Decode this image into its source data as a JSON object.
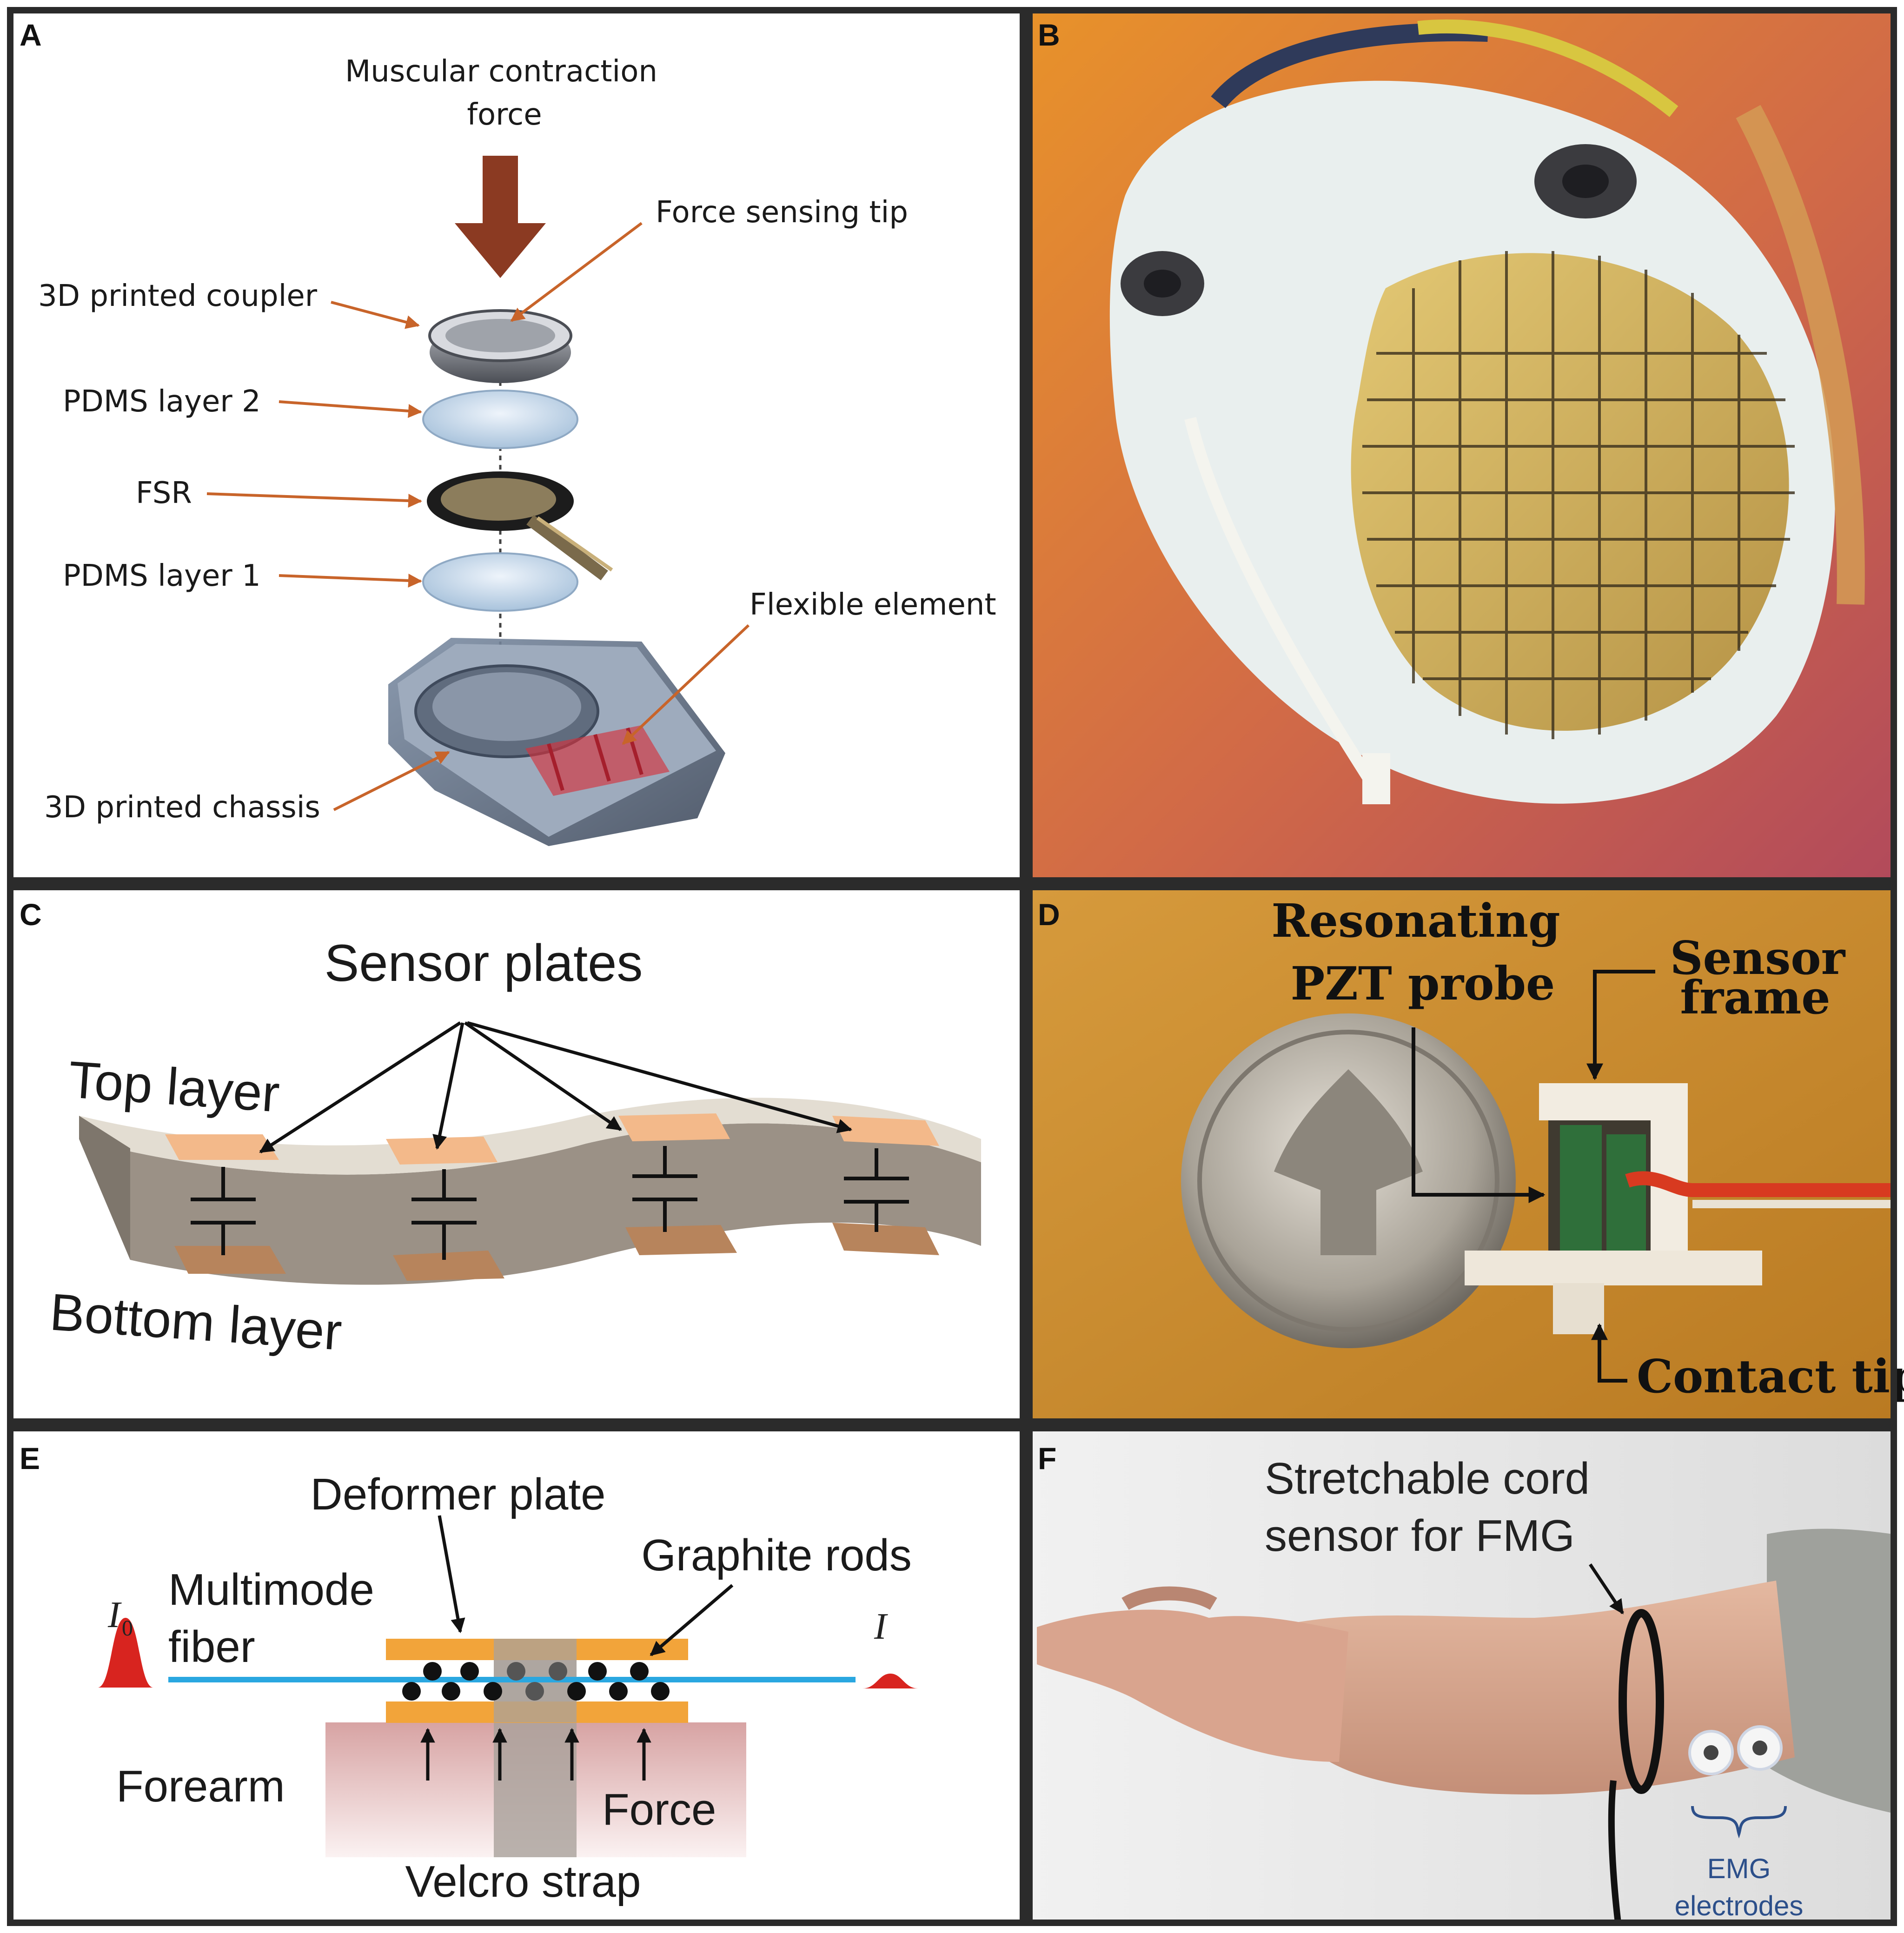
{
  "panels": {
    "A": {
      "letter": "A",
      "title_line1": "Muscular contraction",
      "title_line2": "force",
      "labels": {
        "force_sensing_tip": "Force sensing tip",
        "coupler": "3D printed coupler",
        "pdms2": "PDMS layer 2",
        "fsr": "FSR",
        "pdms1": "PDMS layer 1",
        "flexible": "Flexible element",
        "chassis": "3D printed chassis"
      }
    },
    "B": {
      "letter": "B"
    },
    "C": {
      "letter": "C",
      "sensor_plates": "Sensor plates",
      "top_layer": "Top layer",
      "bottom_layer": "Bottom layer"
    },
    "D": {
      "letter": "D",
      "resonating_line1": "Resonating",
      "resonating_line2": "PZT probe",
      "sensor_line1": "Sensor",
      "sensor_line2": "frame",
      "contact_tip": "Contact tip"
    },
    "E": {
      "letter": "E",
      "deformer": "Deformer plate",
      "graphite": "Graphite rods",
      "multimode_line1": "Multimode",
      "multimode_line2": "fiber",
      "i0_main": "I",
      "i0_sub": "0",
      "i_out": "I",
      "forearm": "Forearm",
      "force": "Force",
      "velcro": "Velcro strap"
    },
    "F": {
      "letter": "F",
      "cord_line1": "Stretchable cord",
      "cord_line2": "sensor for FMG",
      "emg_line1": "EMG",
      "emg_line2": "electrodes"
    }
  },
  "colors": {
    "panel_border": "#2b2b2b",
    "annotation_orange": "#c8642a",
    "fiber_blue": "#2aa7e0",
    "plate_orange": "#f2a43a",
    "pulse_red": "#d8241f",
    "emg_blue": "#2c4f8a",
    "force_arrow_brown": "#8b3a22"
  }
}
